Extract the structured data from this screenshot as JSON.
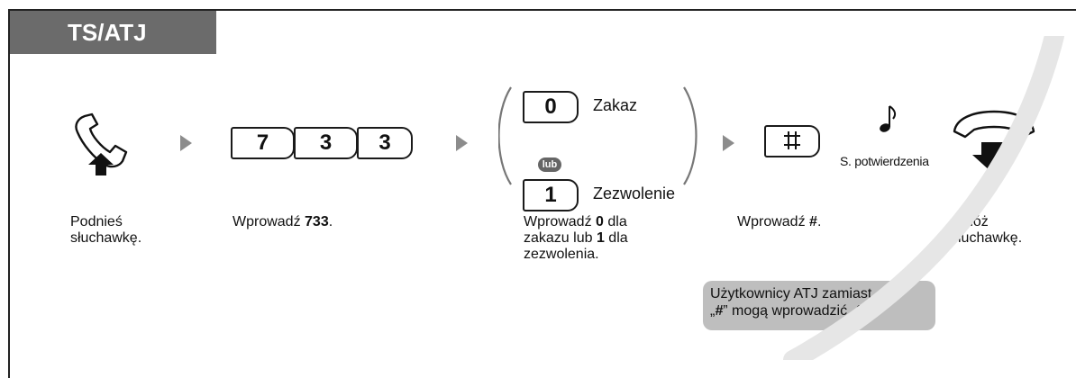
{
  "header": {
    "title": "TS/ATJ"
  },
  "keys": {
    "k1": "7",
    "k2": "3",
    "k3": "3",
    "opt0": "0",
    "opt1": "1"
  },
  "options": {
    "zakaz": "Zakaz",
    "lub": "lub",
    "zezwolenie": "Zezwolenie"
  },
  "tone_label": "S. potwierdzenia",
  "steps": {
    "s1": {
      "line1": "Podnieś",
      "line2": "słuchawkę."
    },
    "s2": {
      "prefix": "Wprowadź ",
      "bold": "733",
      "suffix": "."
    },
    "s3": {
      "a": "Wprowadź ",
      "b": "0",
      "c": " dla",
      "d": "zakazu lub ",
      "e": "1",
      "f": " dla",
      "g": "zezwolenia."
    },
    "s4": {
      "prefix": "Wprowadź ",
      "bold": "#",
      "suffix": "."
    },
    "s5": {
      "line1": "Odłóż",
      "line2": "słuchawkę."
    }
  },
  "note": {
    "line1": "Użytkownicy ATJ zamiast",
    "q1": "„",
    "hash": "#",
    "mid": "” mogą wprowadzić „",
    "zero": "0",
    "end": "”."
  },
  "icons": {
    "offhook": "handset-lift-icon",
    "onhook": "handset-hangup-icon",
    "tone": "music-note-icon",
    "hash_key": "hash-key-icon"
  },
  "colors": {
    "tab_bg": "#6b6b6b",
    "arrow": "#8c8c8c",
    "note_bg": "#bebebe",
    "watermark": "#d6d6d6"
  }
}
